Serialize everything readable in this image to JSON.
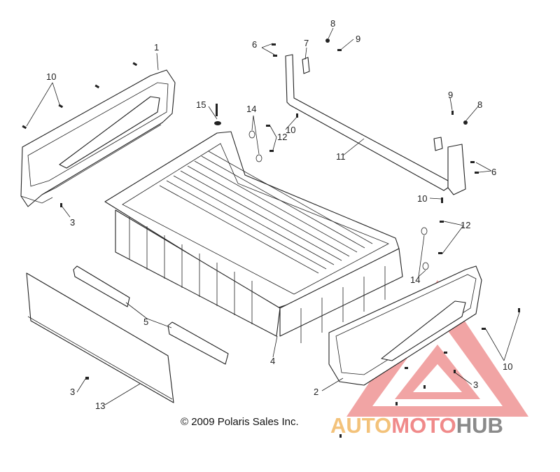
{
  "diagram": {
    "callouts": [
      "1",
      "2",
      "3",
      "3",
      "3",
      "4",
      "5",
      "6",
      "6",
      "7",
      "8",
      "8",
      "9",
      "9",
      "10",
      "10",
      "10",
      "10",
      "11",
      "12",
      "12",
      "13",
      "14",
      "14",
      "15"
    ],
    "copyright": "© 2009 Polaris Sales Inc."
  },
  "watermark": {
    "part1": "AUTO",
    "part2": "MOTO",
    "part3": "HUB",
    "colors": {
      "auto": "#f3c27a",
      "moto": "#f08a8a",
      "hub": "#8a8a8a",
      "triangle": "#e65a5a"
    }
  }
}
